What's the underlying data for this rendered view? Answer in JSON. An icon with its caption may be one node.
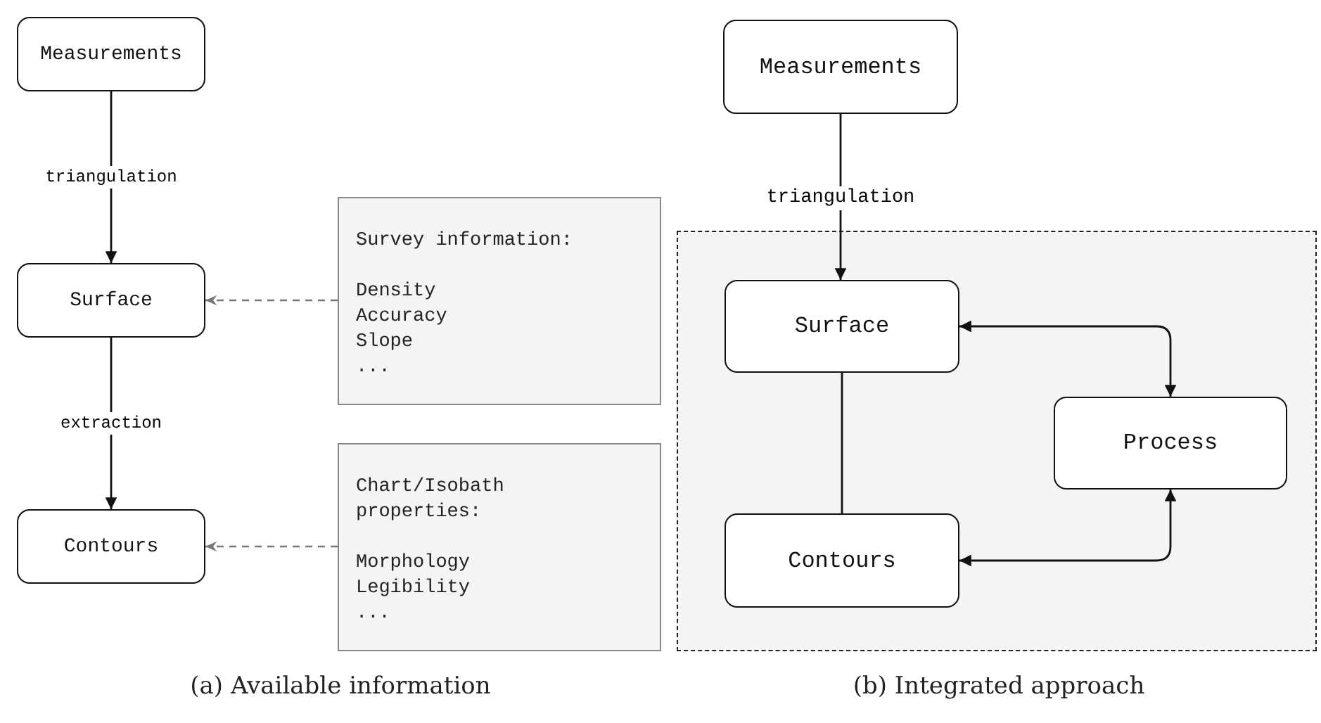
{
  "diagram": {
    "nodes": [
      {
        "text": [
          "Measurements"
        ]
      },
      {
        "text": [
          "Surface"
        ]
      },
      {
        "text": [
          "Contours"
        ]
      },
      {
        "text": [
          "Survey information:",
          "Density Accuracy Slope ..."
        ]
      },
      {
        "text": [
          "Chart/Isobath properties:",
          "Morphology Legibility ..."
        ]
      },
      {
        "text": [
          "Measurements"
        ]
      },
      {
        "text": [],
        "shape": "box"
      },
      {
        "text": [
          "Surface"
        ],
        "in": 6
      },
      {
        "text": [
          "Process"
        ],
        "in": 6
      },
      {
        "text": [
          "Contours"
        ],
        "in": 6
      }
    ],
    "edges": [
      {
        "from": 0,
        "to": 1,
        "arrow": "to",
        "label": "triangulation"
      },
      {
        "from": 1,
        "to": 2,
        "arrow": "to",
        "label": "extraction"
      },
      {
        "from": 3,
        "to": 1,
        "arrow": "to",
        "style": "dashed",
        "color": "#777777"
      },
      {
        "from": 4,
        "to": 2,
        "arrow": "to",
        "style": "dashed",
        "color": "#777777"
      },
      {
        "from": 5,
        "to": 7,
        "arrow": "to",
        "label": "triangulation"
      },
      {
        "from": 7,
        "to": 9,
        "arrow": "none"
      },
      {
        "from": 7,
        "to": 8,
        "arrow": "both"
      },
      {
        "from": 9,
        "to": 8,
        "arrow": "both"
      }
    ],
    "labels": [
      "(a) Available information",
      "(b) Integrated approach"
    ]
  }
}
